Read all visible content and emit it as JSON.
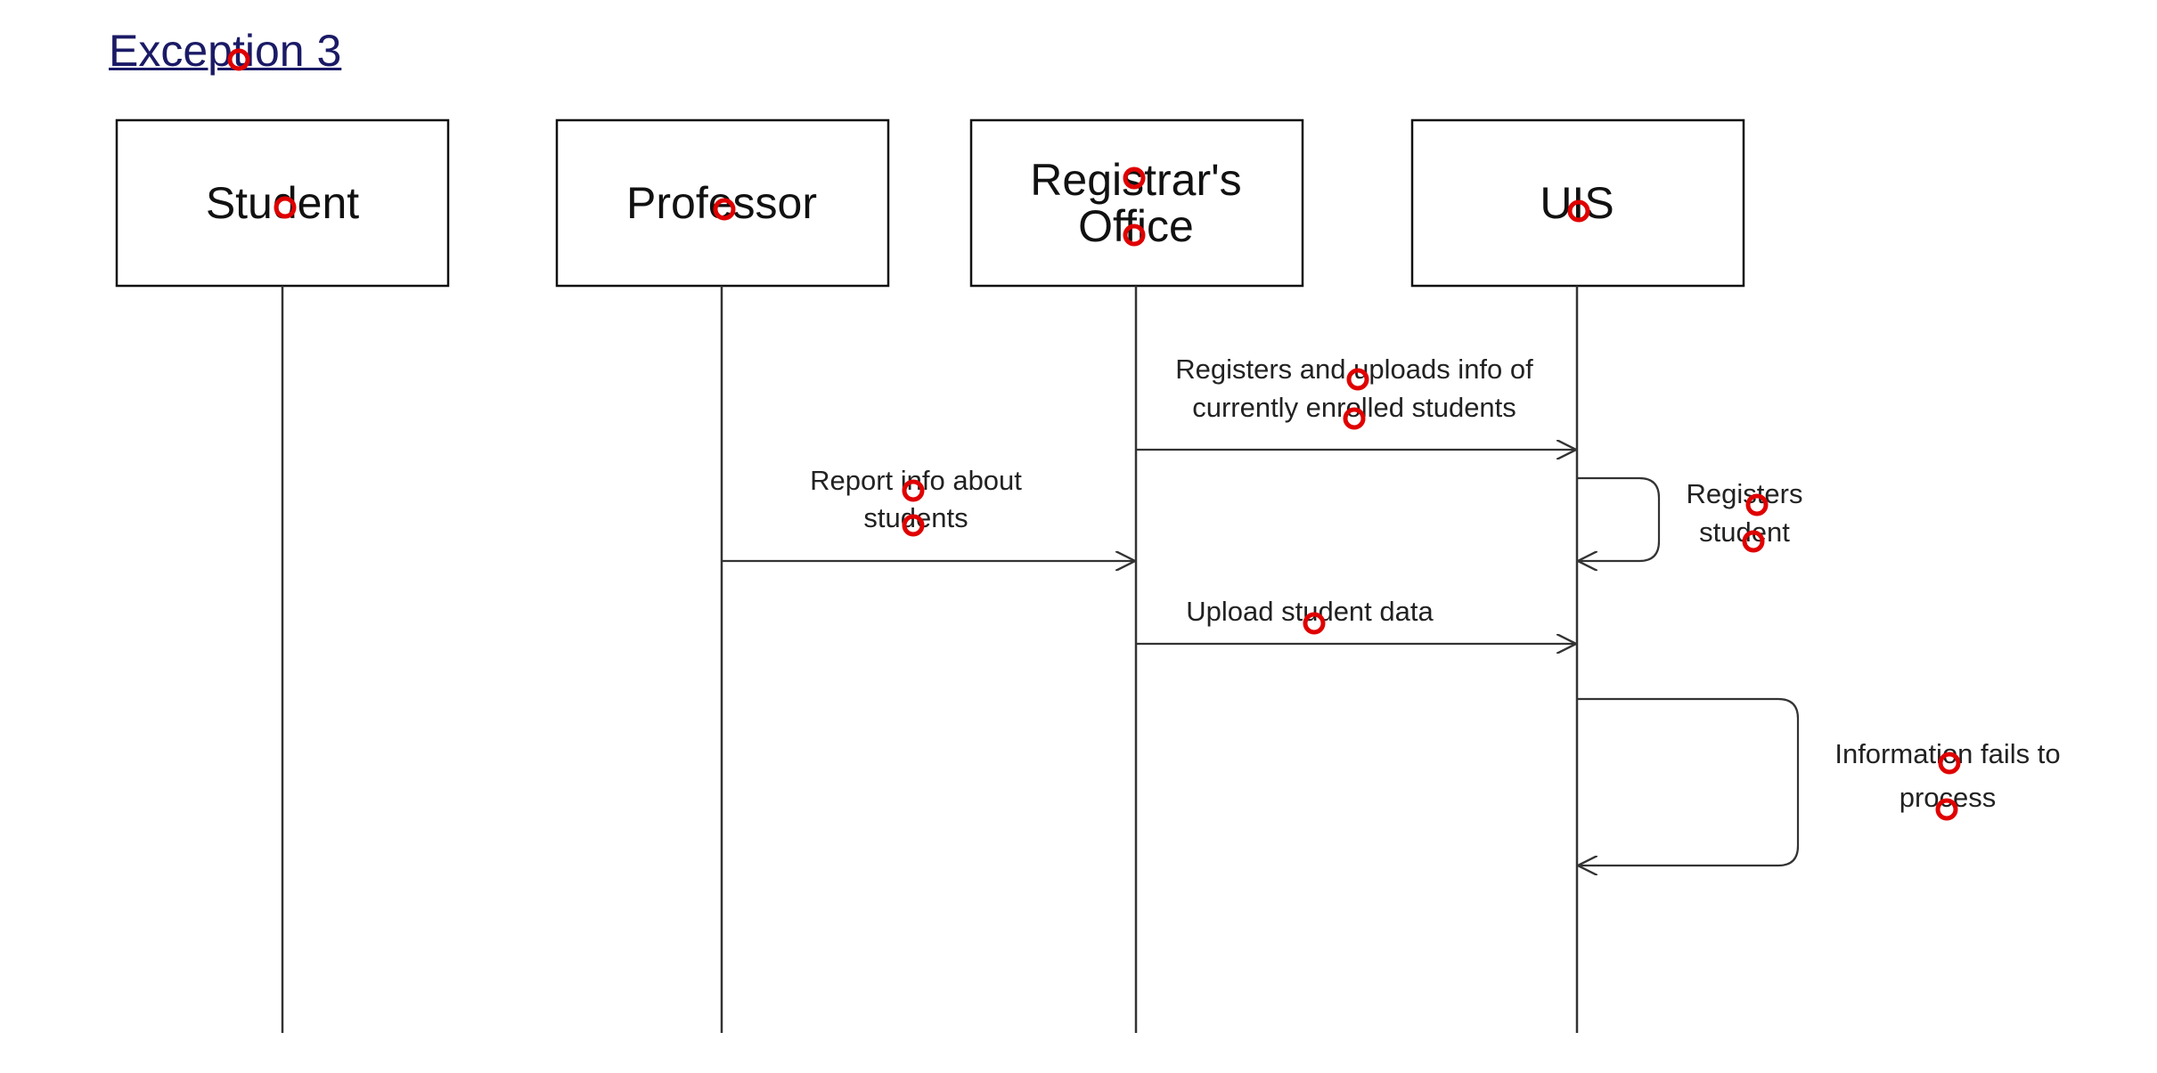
{
  "title": "Exception 3",
  "participants": [
    {
      "id": "student",
      "name_lines": [
        "Student"
      ]
    },
    {
      "id": "professor",
      "name_lines": [
        "Professor"
      ]
    },
    {
      "id": "registrar",
      "name_lines": [
        "Registrar's",
        "Office"
      ]
    },
    {
      "id": "uis",
      "name_lines": [
        "UIS"
      ]
    }
  ],
  "messages": [
    {
      "id": "registers-uploads",
      "from": "registrar",
      "to": "uis",
      "label_lines": [
        "Registers and uploads info of",
        "currently enrolled students"
      ]
    },
    {
      "id": "report-info",
      "from": "professor",
      "to": "registrar",
      "label_lines": [
        "Report info about",
        "students"
      ]
    },
    {
      "id": "registers-student",
      "from": "uis",
      "to": "uis",
      "label_lines": [
        "Registers",
        "student"
      ]
    },
    {
      "id": "upload-data",
      "from": "registrar",
      "to": "uis",
      "label_lines": [
        "Upload student data"
      ]
    },
    {
      "id": "fails-process",
      "from": "uis",
      "to": "uis",
      "label_lines": [
        "Information fails to",
        "process"
      ]
    }
  ],
  "colors": {
    "title": "#1a1a66",
    "line": "#333333",
    "marker": "#e00000"
  }
}
